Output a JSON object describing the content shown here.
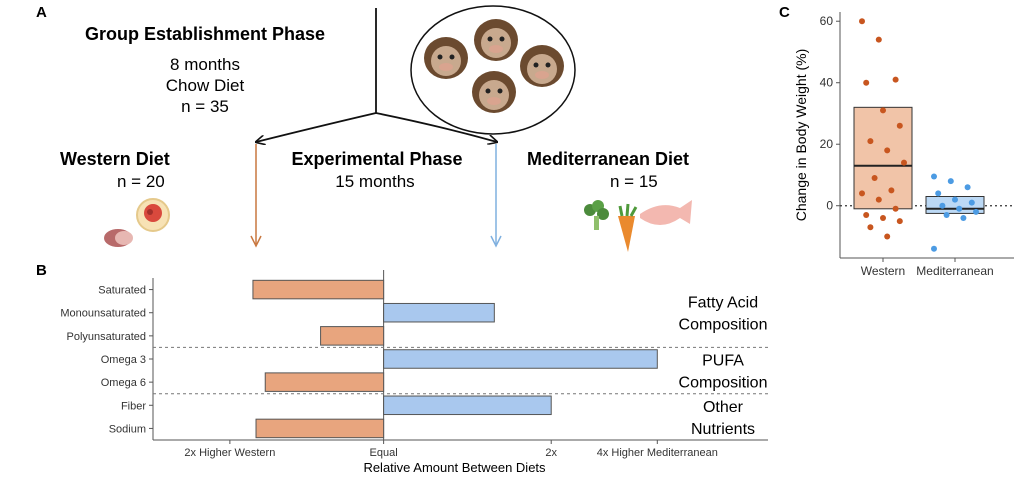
{
  "panel_a": {
    "letter": "A",
    "establishment": {
      "title": "Group Establishment Phase",
      "duration": "8 months",
      "diet": "Chow Diet",
      "n": "n = 35"
    },
    "western": {
      "title": "Western Diet",
      "n": "n = 20"
    },
    "experimental": {
      "title": "Experimental Phase",
      "duration": "15 months"
    },
    "mediterranean": {
      "title": "Mediterranean Diet",
      "n": "n = 15"
    },
    "colors": {
      "western": "#c8773f",
      "mediterranean": "#7fb0df",
      "monkey_face": "#c8a98e",
      "monkey_fur": "#6b4a2f"
    }
  },
  "panel_b": {
    "letter": "B",
    "x_label": "Relative Amount Between Diets",
    "groups": [
      {
        "label_lines": [
          "Fatty Acid",
          "Composition"
        ]
      },
      {
        "label_lines": [
          "PUFA",
          "Composition"
        ]
      },
      {
        "label_lines": [
          "Other",
          "Nutrients"
        ]
      }
    ]
  },
  "panel_c": {
    "letter": "C"
  },
  "chart_data": [
    {
      "type": "bar",
      "orientation": "horizontal",
      "categories": [
        "Saturated",
        "Monounsaturated",
        "Polyunsaturated",
        "Omega 3",
        "Omega 6",
        "Fiber",
        "Sodium"
      ],
      "values": [
        -0.85,
        0.72,
        -0.41,
        1.78,
        -0.77,
        1.09,
        -0.83
      ],
      "direction": [
        "Western",
        "Mediterranean",
        "Western",
        "Mediterranean",
        "Western",
        "Mediterranean",
        "Western"
      ],
      "x_ticks": [
        {
          "value": -1,
          "label": "2x Higher Western"
        },
        {
          "value": 0,
          "label": "Equal"
        },
        {
          "value": 1.09,
          "label": "2x"
        },
        {
          "value": 1.78,
          "label": "4x Higher Mediterranean"
        }
      ],
      "xlim": [
        -1.5,
        2.5
      ],
      "xlabel": "Relative Amount Between Diets",
      "colors": {
        "Western": "#e8a57e",
        "Mediterranean": "#a9c8ee"
      }
    },
    {
      "type": "box",
      "categories": [
        "Western",
        "Mediterranean"
      ],
      "ylabel": "Change in Body Weight (%)",
      "ylim": [
        -17,
        63
      ],
      "y_ticks": [
        0,
        20,
        40,
        60
      ],
      "reference_line": 0,
      "series": [
        {
          "name": "Western",
          "color": "#c8561f",
          "box_fill": "#f1c4a8",
          "q1": -1,
          "median": 13,
          "q3": 32,
          "points": [
            60,
            54,
            41,
            40,
            31,
            26,
            21,
            18,
            14,
            9,
            5,
            4,
            2,
            -1,
            -3,
            -4,
            -5,
            -7,
            -10
          ]
        },
        {
          "name": "Mediterranean",
          "color": "#4c9be3",
          "box_fill": "#bcd9f5",
          "q1": -2.5,
          "median": -1,
          "q3": 3,
          "points": [
            9.5,
            8,
            6,
            4,
            2,
            1,
            0,
            -1,
            -2,
            -3,
            -4,
            -14
          ]
        }
      ]
    }
  ]
}
